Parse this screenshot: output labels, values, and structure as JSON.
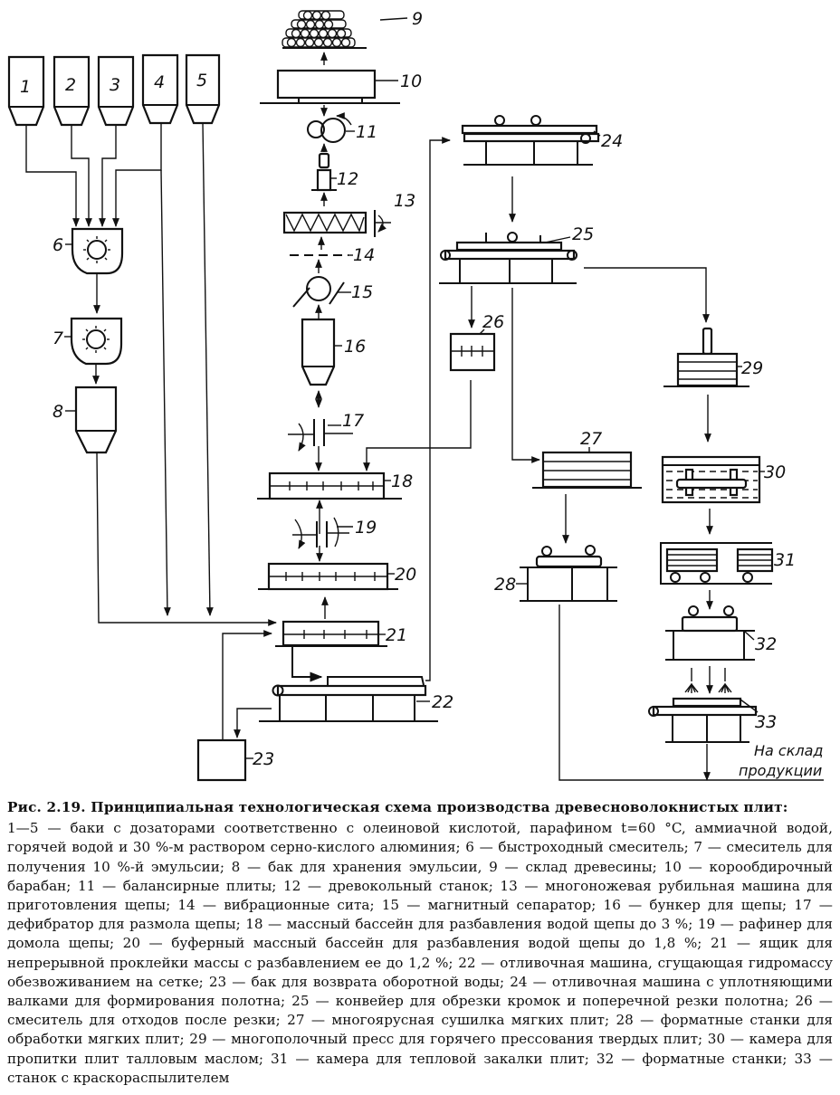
{
  "figure": {
    "labels": {
      "n1": "1",
      "n2": "2",
      "n3": "3",
      "n4": "4",
      "n5": "5",
      "n6": "6",
      "n7": "7",
      "n8": "8",
      "n9": "9",
      "n10": "10",
      "n11": "11",
      "n12": "12",
      "n13": "13",
      "n14": "14",
      "n15": "15",
      "n16": "16",
      "n17": "17",
      "n18": "18",
      "n19": "19",
      "n20": "20",
      "n21": "21",
      "n22": "22",
      "n23": "23",
      "n24": "24",
      "n25": "25",
      "n26": "26",
      "n27": "27",
      "n28": "28",
      "n29": "29",
      "n30": "30",
      "n31": "31",
      "n32": "32",
      "n33": "33"
    },
    "output_note_line1": "На склад",
    "output_note_line2": "продукции"
  },
  "caption": {
    "title": "Рис. 2.19. Принципиальная технологическая схема производства древесноволокнистых плит:",
    "body": "1—5 — баки с дозаторами соответственно с олеиновой кислотой, парафином t=60 °C, аммиачной водой, горячей водой и 30 %-м раствором серно-кислого алюминия; 6 — быстроходный смеситель; 7 — смеситель для получения 10 %-й эмульсии; 8 — бак для хранения эмульсии, 9 — склад древесины; 10 — корообдирочный барабан; 11 — балансирные плиты; 12 — древокольный станок; 13 — многоножевая рубильная машина для приготовления щепы; 14 — вибрационные сита; 15 — магнитный сепаратор; 16 — бункер для щепы; 17 — дефибратор для размола щепы; 18 — массный бассейн для разбавления водой щепы до 3 %; 19 — рафинер для домола щепы; 20 — буферный массный бассейн для разбавления водой щепы до 1,8 %; 21 — ящик для непрерывной проклейки массы с разбавлением ее до 1,2 %; 22 — отливочная машина, сгущающая гидромассу обезвоживанием на сетке; 23 — бак для возврата оборотной воды; 24 — отливочная машина с уплотняющими валками для формирования полотна; 25 — конвейер для обрезки кромок и поперечной резки полотна; 26 — смеситель для отходов после резки; 27 — многоярусная сушилка мягких плит; 28 — форматные станки для обработки мягких плит; 29 — многополочный пресс для горячего прессования твердых плит; 30 — камера для пропитки плит талловым маслом; 31 — камера для тепловой закалки плит; 32 — форматные станки; 33 — станок с краскораспылителем"
  }
}
